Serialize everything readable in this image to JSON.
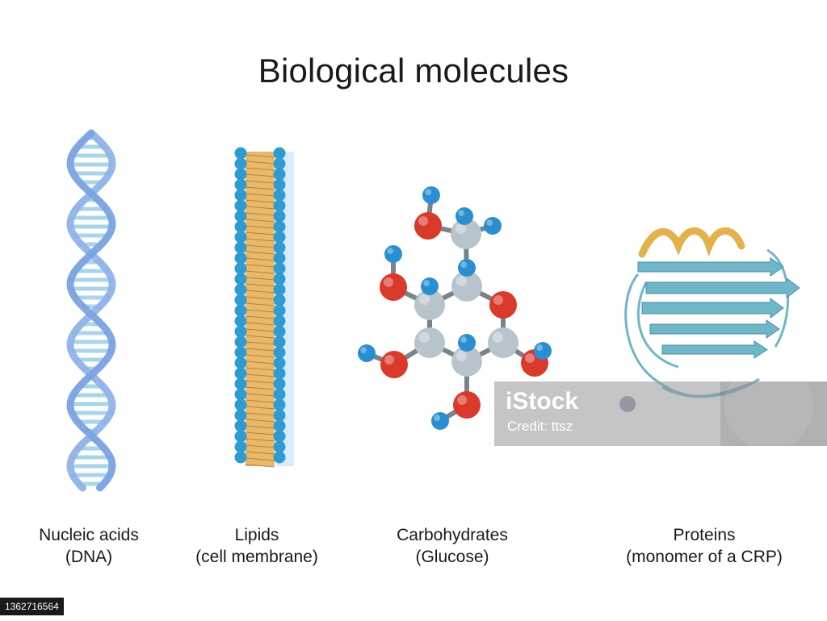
{
  "title": "Biological molecules",
  "molecules": [
    {
      "icon": "dna-double-helix-icon",
      "name": "Nucleic acids",
      "detail": "(DNA)"
    },
    {
      "icon": "lipid-bilayer-icon",
      "name": "Lipids",
      "detail": "(cell membrane)"
    },
    {
      "icon": "glucose-molecule-icon",
      "name": "Carbohydrates",
      "detail": "(Glucose)"
    },
    {
      "icon": "protein-ribbon-icon",
      "name": "Proteins",
      "detail": "(monomer of a CRP)"
    }
  ],
  "watermark": {
    "logo": "iStock",
    "credit": "Credit: ttsz"
  },
  "stock_id": "1362716564",
  "colors": {
    "dna": "#8fb3e8",
    "dna_rungs": "#a9d4ea",
    "lipid_heads": "#2f9bd0",
    "lipid_tails": "#e9b96a",
    "oxygen": "#d93a2b",
    "hydrogen": "#2a8fd0",
    "carbon": "#b8c4cc",
    "protein": "#6fb6c8",
    "protein_helix": "#e3b24a"
  }
}
